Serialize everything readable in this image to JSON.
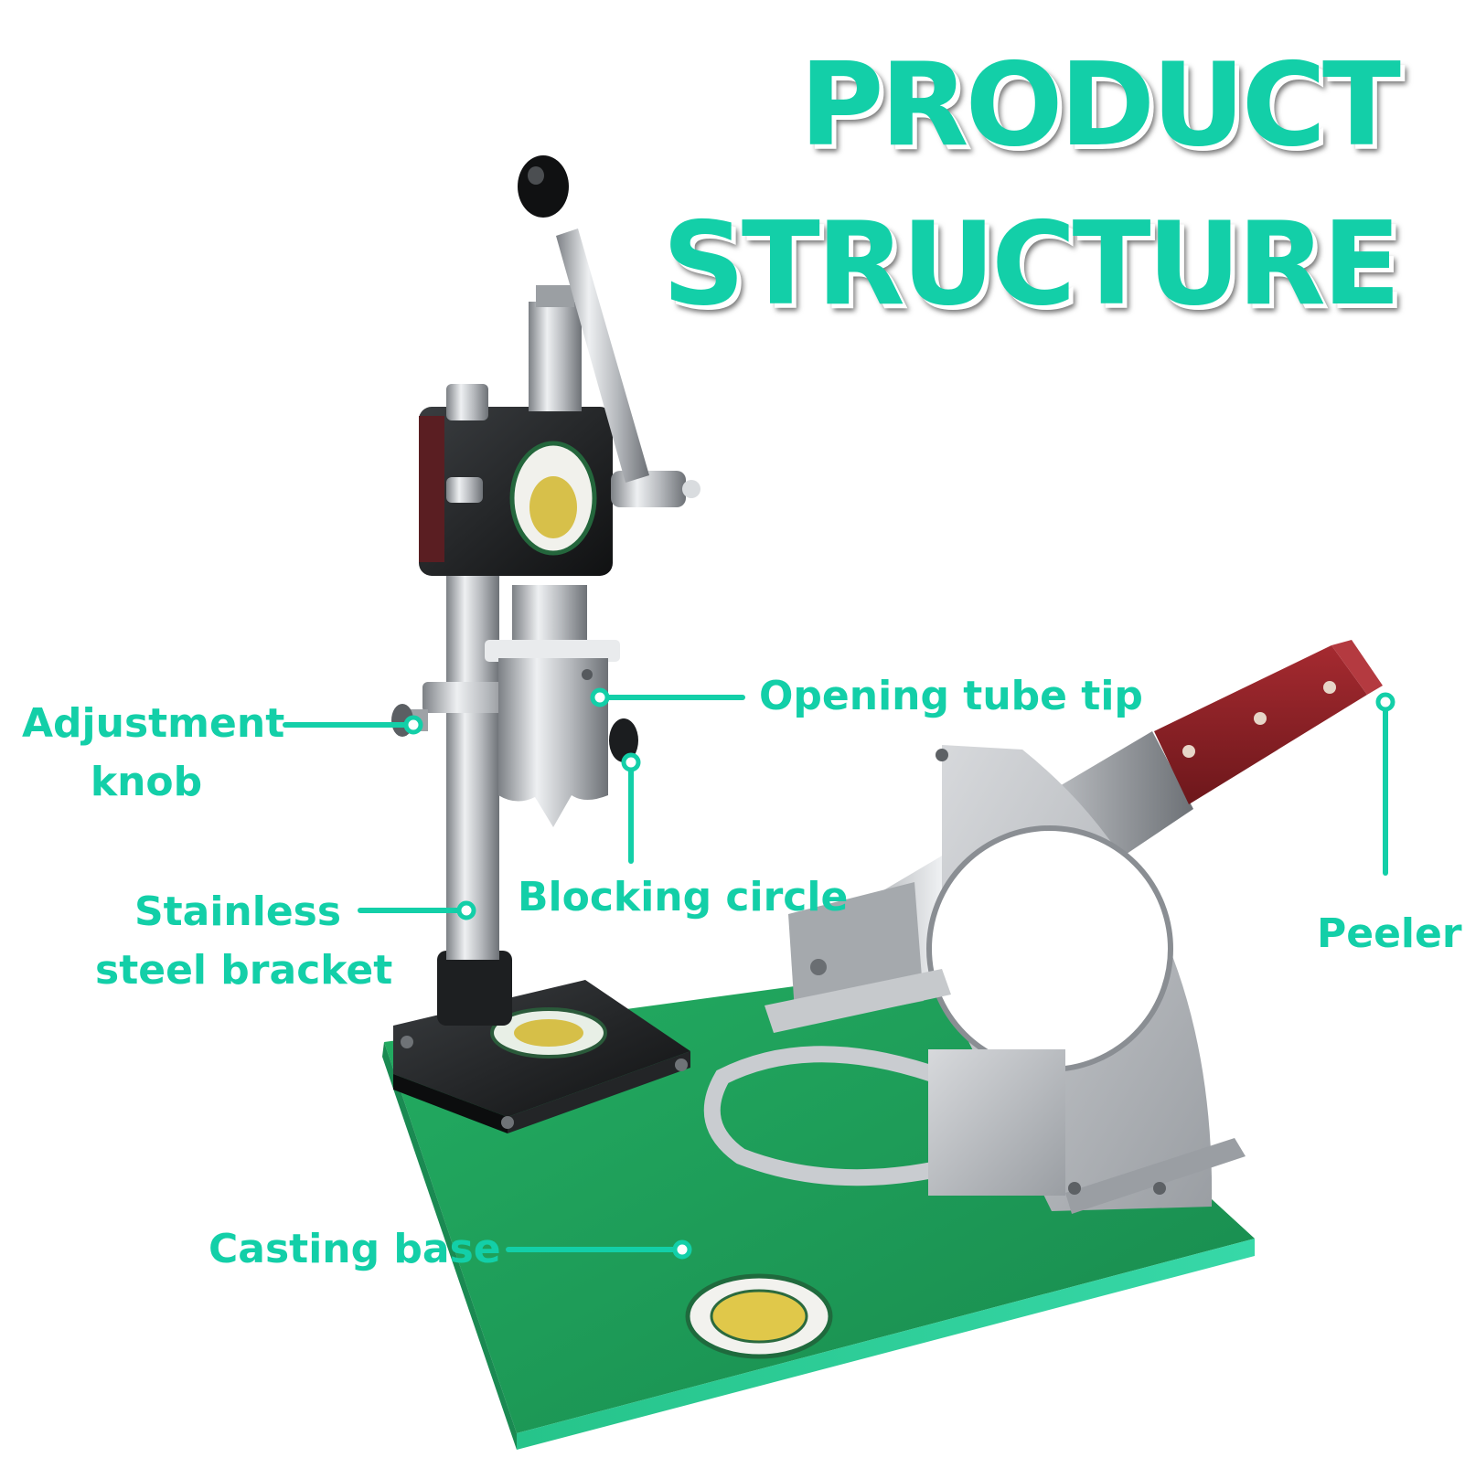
{
  "title": {
    "line1": "PRODUCT",
    "line2": "STRUCTURE"
  },
  "callouts": {
    "opening_tube_tip": "Opening tube tip",
    "adjustment_knob": [
      "Adjustment",
      "knob"
    ],
    "blocking_circle": "Blocking circle",
    "stainless_steel_bracket": [
      "Stainless",
      "steel bracket"
    ],
    "peeler": "Peeler",
    "casting_base": "Casting base"
  },
  "colors": {
    "accent": "#13cfa8",
    "base_green": "#1f9a57",
    "cast_iron": "#1b1d1f",
    "steel": "#b9bcc0",
    "handle_wood": "#8a1f24"
  }
}
